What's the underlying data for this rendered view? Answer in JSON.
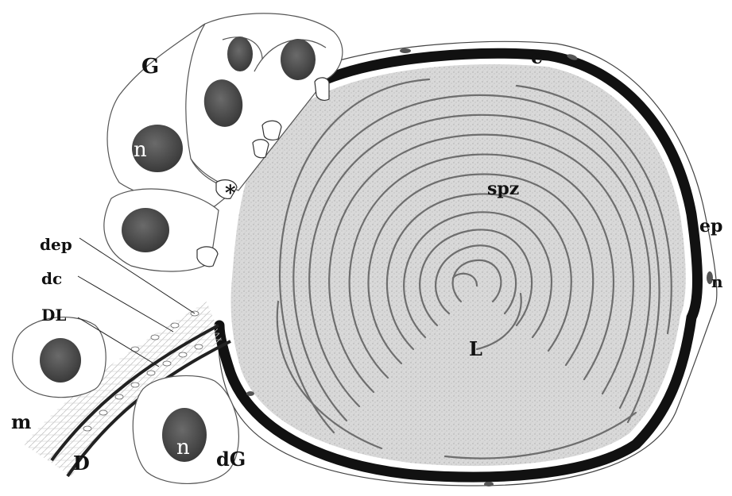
{
  "labels": {
    "G": "G",
    "c": "c",
    "n_gland": "n",
    "asterisk": "*",
    "spz": "spz",
    "ep": "ep",
    "n_ep": "n",
    "dep": "dep",
    "dc": "dc",
    "DL": "DL",
    "L": "L",
    "m": "m",
    "D": "D",
    "n_dG": "n",
    "dG": "dG"
  }
}
